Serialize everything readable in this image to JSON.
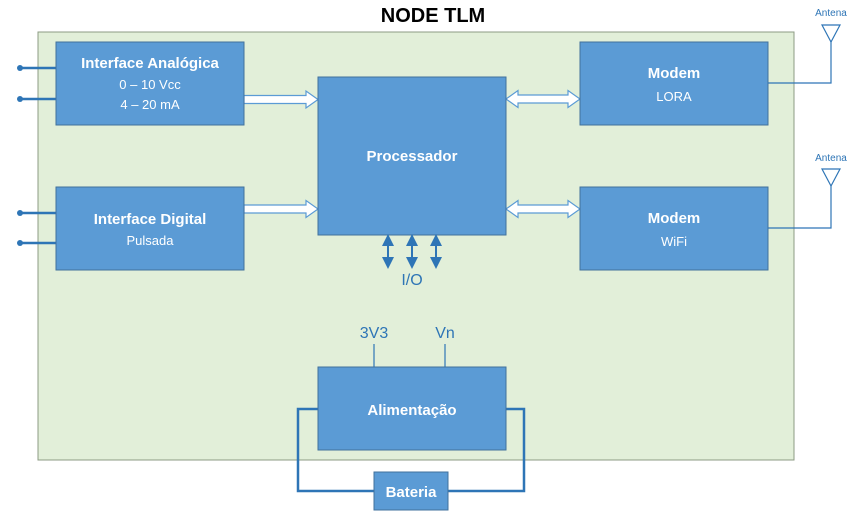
{
  "title": "NODE TLM",
  "colors": {
    "board_fill": "#e2efd9",
    "board_stroke": "#8c9b84",
    "block_fill": "#5b9bd5",
    "block_stroke": "#41719c",
    "line": "#2e75b6"
  },
  "blocks": {
    "analog": {
      "title": "Interface Analógica",
      "line1": "0 – 10 Vcc",
      "line2": "4 – 20 mA"
    },
    "digital": {
      "title": "Interface Digital",
      "line1": "Pulsada"
    },
    "processor": {
      "title": "Processador"
    },
    "lora": {
      "title": "Modem",
      "line1": "LORA"
    },
    "wifi": {
      "title": "Modem",
      "line1": "WiFi"
    },
    "power": {
      "title": "Alimentação"
    },
    "battery": {
      "title": "Bateria"
    }
  },
  "labels": {
    "antenna_top": "Antena",
    "antenna_bottom": "Antena",
    "io": "I/O",
    "v33": "3V3",
    "vn": "Vn"
  }
}
